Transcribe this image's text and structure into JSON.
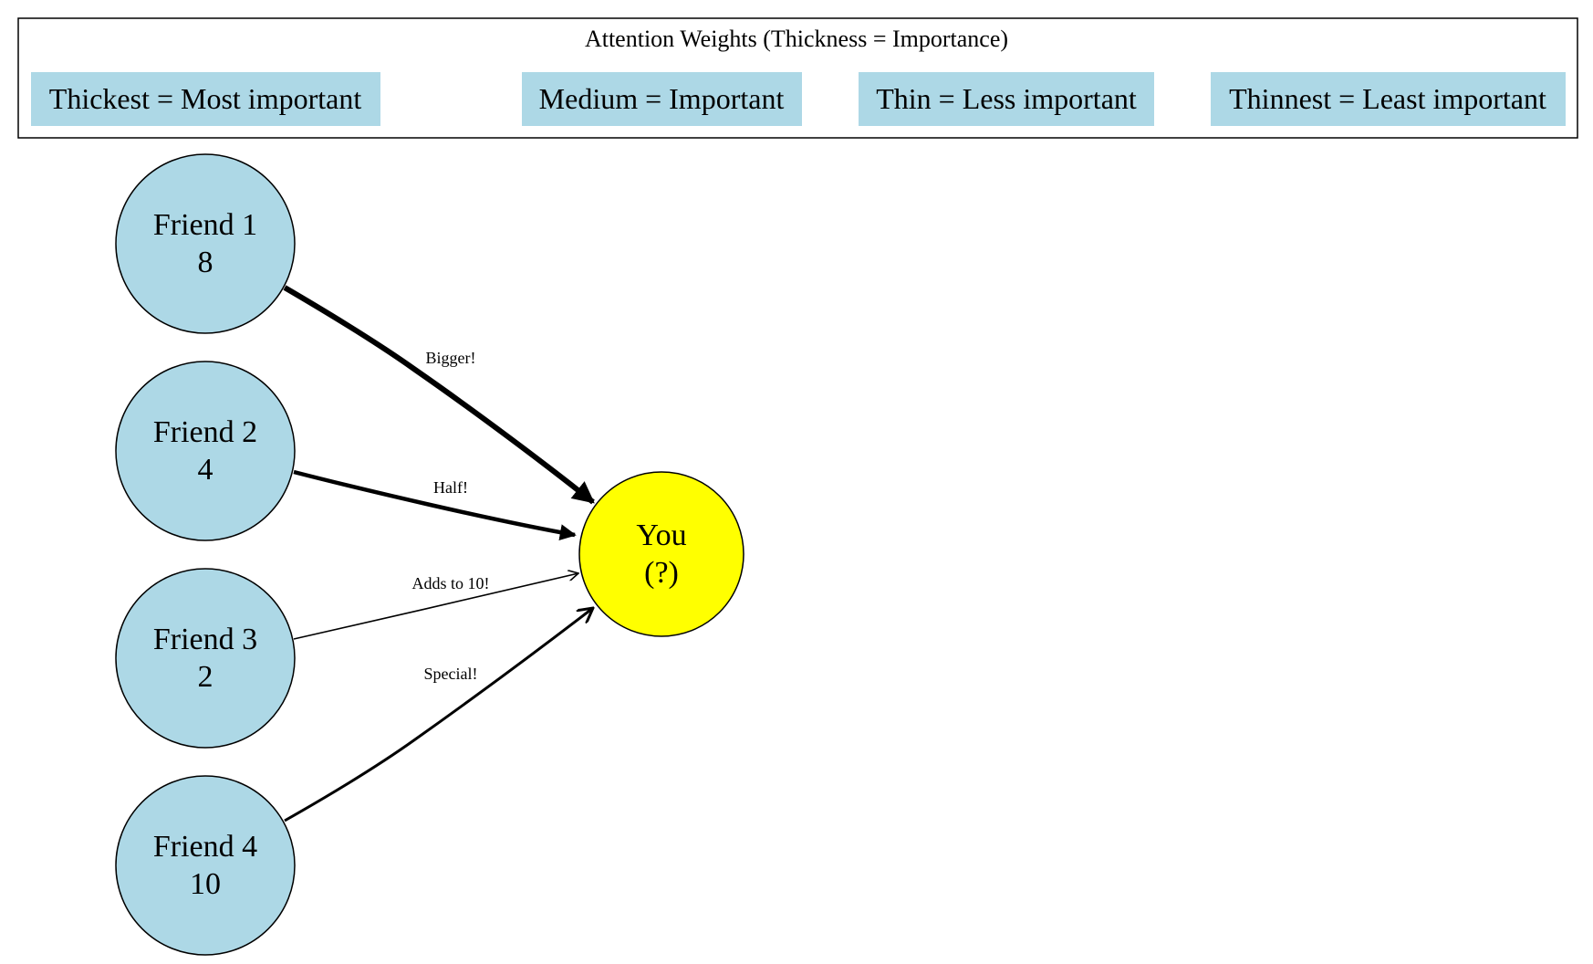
{
  "legend": {
    "title": "Attention Weights (Thickness = Importance)",
    "items": [
      {
        "label": "Thickest = Most important"
      },
      {
        "label": "Medium = Important"
      },
      {
        "label": "Thin = Less important"
      },
      {
        "label": "Thinnest = Least important"
      }
    ],
    "box_color": "#add8e6"
  },
  "nodes": {
    "friend1": {
      "name": "Friend 1",
      "value": "8"
    },
    "friend2": {
      "name": "Friend 2",
      "value": "4"
    },
    "friend3": {
      "name": "Friend 3",
      "value": "2"
    },
    "friend4": {
      "name": "Friend 4",
      "value": "10"
    },
    "you": {
      "name": "You",
      "value": "(?)"
    }
  },
  "edges": [
    {
      "from": "Friend 1",
      "to": "You",
      "label": "Bigger!"
    },
    {
      "from": "Friend 2",
      "to": "You",
      "label": "Half!"
    },
    {
      "from": "Friend 3",
      "to": "You",
      "label": "Adds to 10!"
    },
    {
      "from": "Friend 4",
      "to": "You",
      "label": "Special!"
    }
  ],
  "colors": {
    "friend_fill": "#add8e6",
    "you_fill": "#ffff00",
    "stroke": "#000000"
  }
}
